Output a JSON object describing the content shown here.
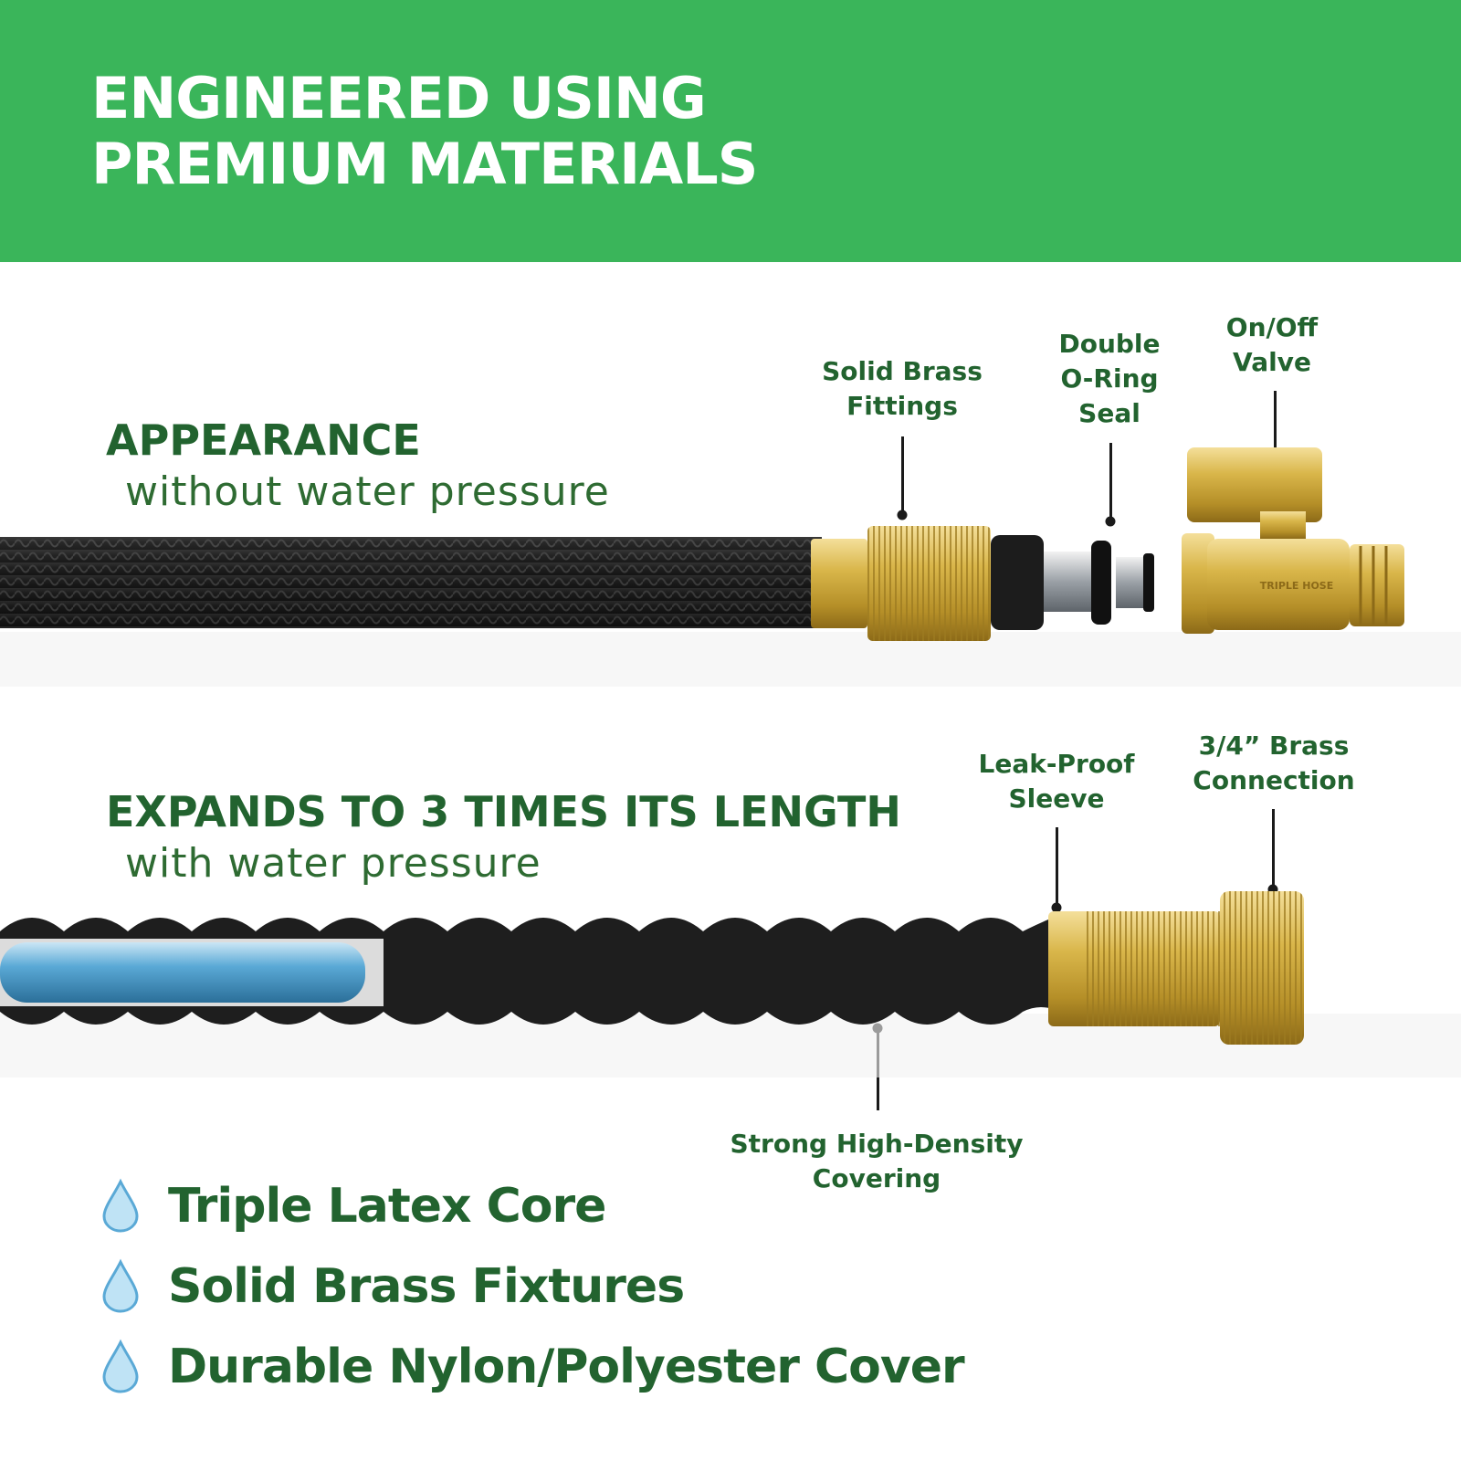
{
  "banner": {
    "line1": "ENGINEERED USING",
    "line2": "PREMIUM MATERIALS",
    "color": "#3ab55a"
  },
  "sections": {
    "appearance": {
      "title": "APPEARANCE",
      "subtitle": "without water pressure"
    },
    "expands": {
      "title": "EXPANDS TO 3 TIMES ITS LENGTH",
      "subtitle": "with water pressure"
    }
  },
  "callouts": {
    "solid_brass": {
      "line1": "Solid Brass",
      "line2": "Fittings"
    },
    "double_oring": {
      "line1": "Double",
      "line2": "O-Ring",
      "line3": "Seal"
    },
    "onoff_valve": {
      "line1": "On/Off",
      "line2": "Valve"
    },
    "leak_proof": {
      "line1": "Leak-Proof",
      "line2": "Sleeve"
    },
    "brass_connection": {
      "line1": "3/4” Brass",
      "line2": "Connection"
    },
    "covering": {
      "line1": "Strong High-Density",
      "line2": "Covering"
    }
  },
  "valve_logo": "TRIPLE HOSE",
  "features": [
    {
      "label": "Triple Latex Core",
      "icon": "water-drop-icon"
    },
    {
      "label": "Solid Brass Fixtures",
      "icon": "water-drop-icon"
    },
    {
      "label": "Durable Nylon/Polyester Cover",
      "icon": "water-drop-icon"
    }
  ],
  "colors": {
    "heading_green": "#22632f",
    "brass": "#d9b64a",
    "hose_black": "#1e1e1e",
    "core_blue": "#5aa9d6"
  }
}
